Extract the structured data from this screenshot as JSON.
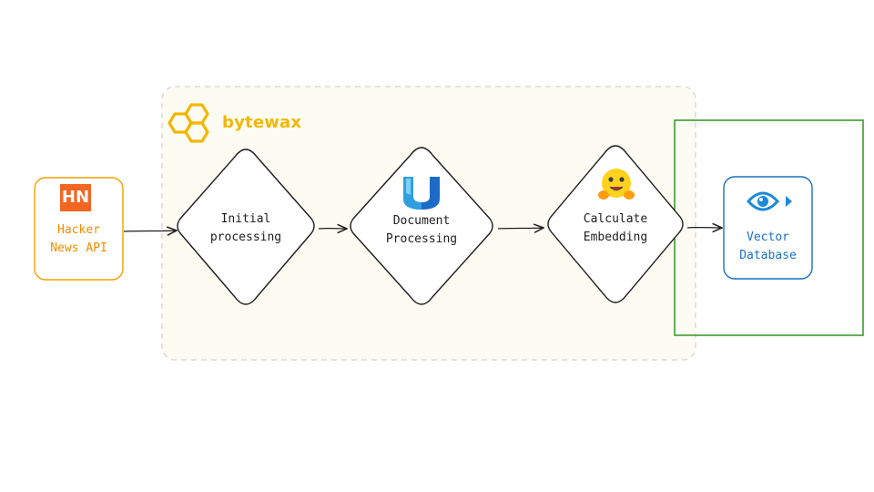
{
  "brand": {
    "name": "bytewax",
    "color": "#f2b705"
  },
  "nodes": {
    "source": {
      "badge": "HN",
      "label": "Hacker\nNews API",
      "color": "#f08c00",
      "icon": "hacker-news-logo-icon"
    },
    "initial": {
      "label": "Initial\nprocessing"
    },
    "document": {
      "label": "Document\nProcessing",
      "icon": "unstructured-logo-icon"
    },
    "embedding": {
      "label": "Calculate\nEmbedding",
      "icon": "hugging-face-emoji-icon"
    },
    "vector": {
      "label": "Vector\nDatabase",
      "color": "#1971c2",
      "icon": "eye-icon"
    }
  },
  "colors": {
    "pipeline_fill": "#fdfcf3",
    "highlight_border": "#3f9b2f",
    "stroke": "#1e1e1e"
  }
}
